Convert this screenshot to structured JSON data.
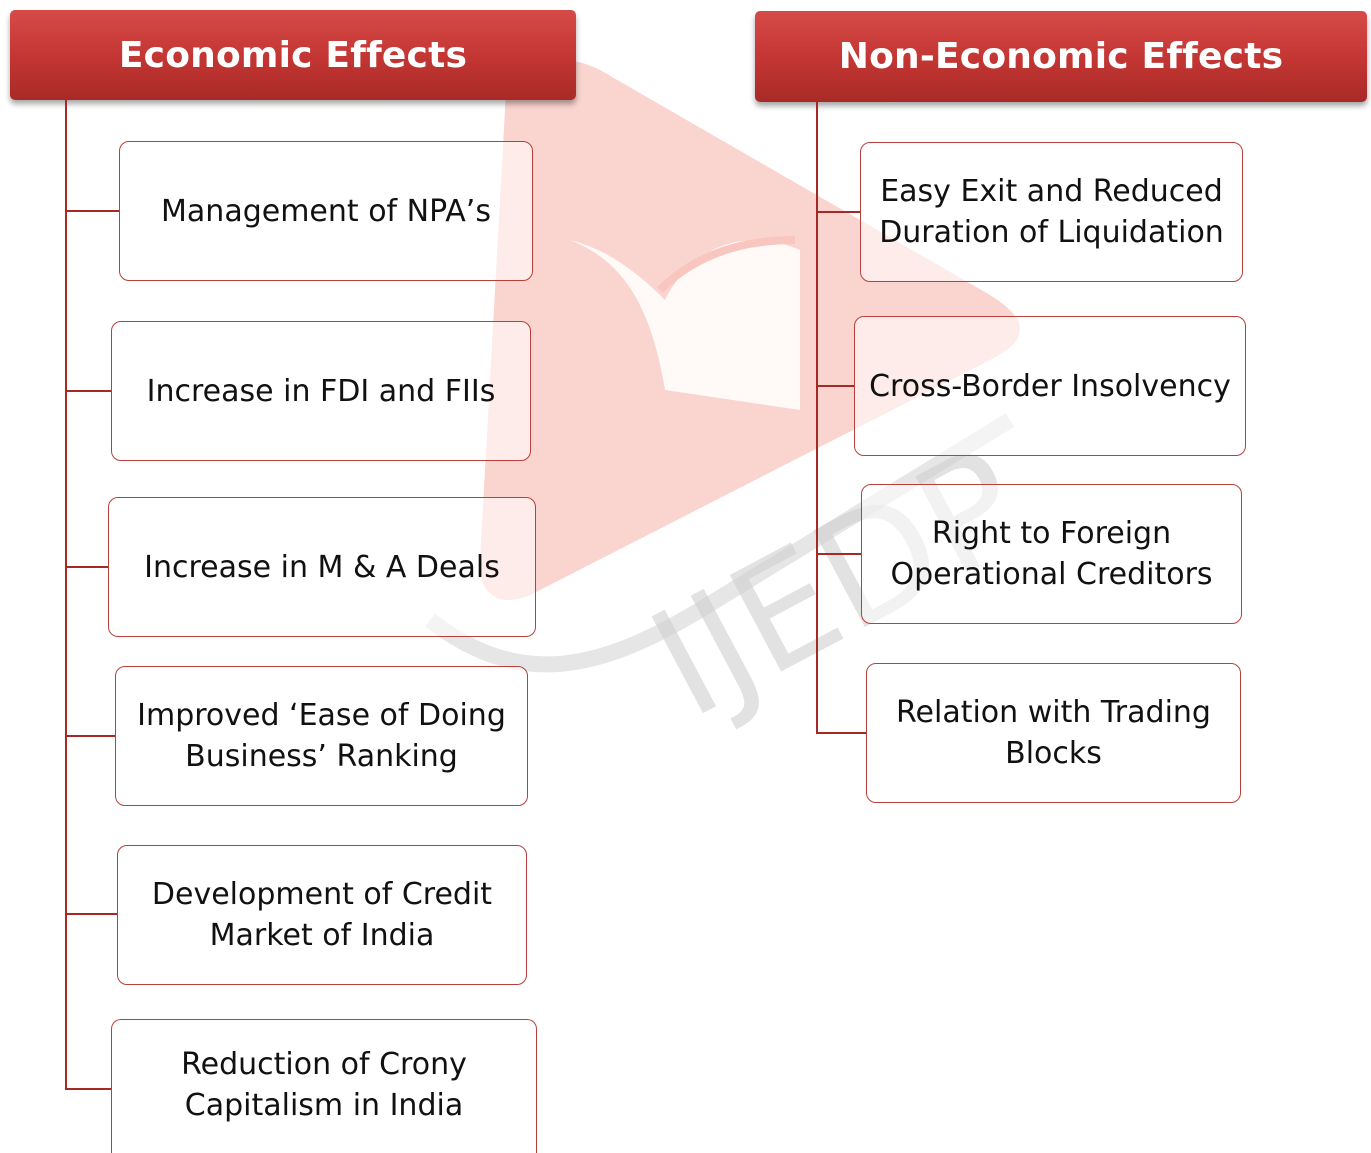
{
  "watermark": {
    "text": "IJEDP",
    "color_primary": "#f6c4bd",
    "color_secondary": "#c8c8c8"
  },
  "economic": {
    "title": "Economic Effects",
    "items": [
      "Management of NPA’s",
      "Increase in FDI and FIIs",
      "Increase in M & A Deals",
      "Improved ‘Ease of Doing Business’ Ranking",
      "Development of Credit Market  of India",
      "Reduction of Crony Capitalism in India"
    ]
  },
  "non_economic": {
    "title": "Non-Economic Effects",
    "items": [
      "Easy Exit and Reduced Duration of Liquidation",
      "Cross-Border Insolvency",
      "Right to Foreign Operational Creditors",
      "Relation with Trading Blocks"
    ]
  },
  "colors": {
    "header": "#c23532",
    "border": "#b8403c",
    "connector": "#a52a26"
  }
}
